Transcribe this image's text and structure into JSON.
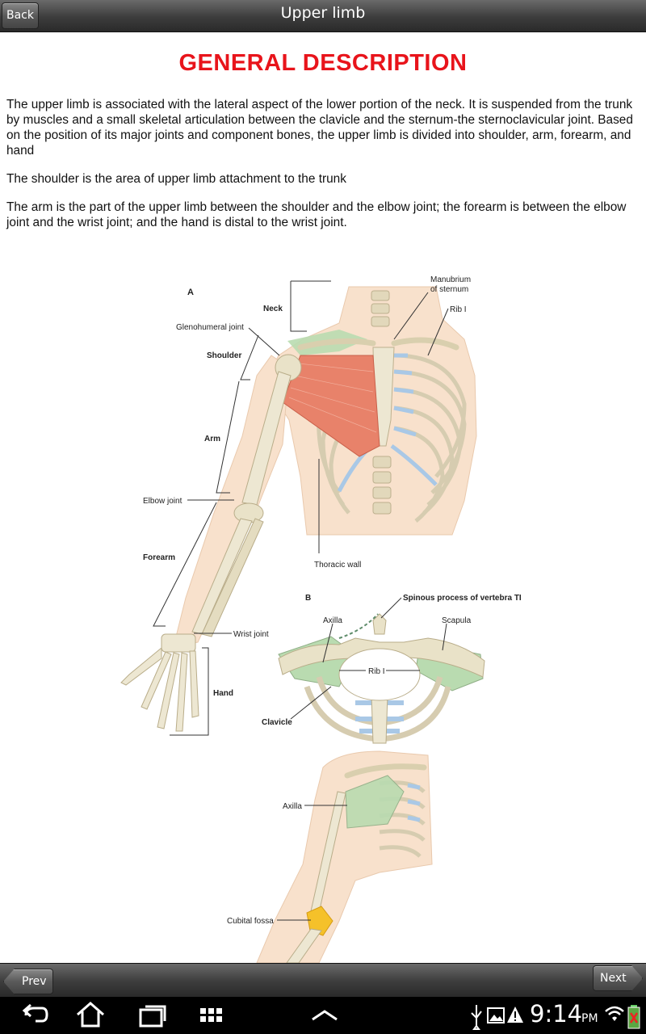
{
  "header": {
    "title": "Upper limb",
    "back_label": "Back"
  },
  "content": {
    "heading": "GENERAL DESCRIPTION",
    "paragraphs": [
      " The upper limb is associated with the lateral aspect of the lower portion of the neck. It is suspended from the trunk by muscles and a small skeletal articulation between the clavicle and the sternum-the sternoclavicular joint. Based on the position of its major joints and component bones, the upper limb is divided into shoulder, arm, forearm, and hand",
      "The shoulder is the area of upper limb attachment to the trunk",
      "The arm is the part of the upper limb between the shoulder and the elbow joint; the forearm is between the elbow joint and the wrist joint; and the hand is distal to the wrist joint."
    ],
    "figure": {
      "label_a": "A",
      "label_b": "B",
      "labels": {
        "manubrium_1": "Manubrium",
        "manubrium_2": "of sternum",
        "neck": "Neck",
        "rib_i_a": "Rib I",
        "glenohumeral": "Glenohumeral joint",
        "shoulder": "Shoulder",
        "arm": "Arm",
        "elbow_joint": "Elbow joint",
        "forearm": "Forearm",
        "thoracic_wall": "Thoracic wall",
        "spinous": "Spinous process of vertebra TI",
        "axilla_b": "Axilla",
        "scapula": "Scapula",
        "wrist_joint": "Wrist joint",
        "rib_i_b": "Rib I",
        "hand": "Hand",
        "clavicle": "Clavicle",
        "axilla_c": "Axilla",
        "cubital_fossa": "Cubital fossa"
      }
    }
  },
  "footer": {
    "prev_label": "Prev",
    "next_label": "Next"
  },
  "system": {
    "time": "9:14",
    "ampm": "PM",
    "icons": [
      "back-icon",
      "home-icon",
      "recent-apps-icon",
      "grid-icon",
      "up-chevron-icon",
      "usb-icon",
      "image-icon",
      "warning-icon",
      "wifi-icon",
      "battery-icon"
    ]
  },
  "colors": {
    "heading": "#e8141b",
    "muscle": "#e8826a",
    "bone": "#ece6cf",
    "cartilage": "#a9c8e6",
    "highlight_green": "#b9dbb0",
    "cubital": "#f5c12a",
    "skin": "#f7dcc4"
  }
}
